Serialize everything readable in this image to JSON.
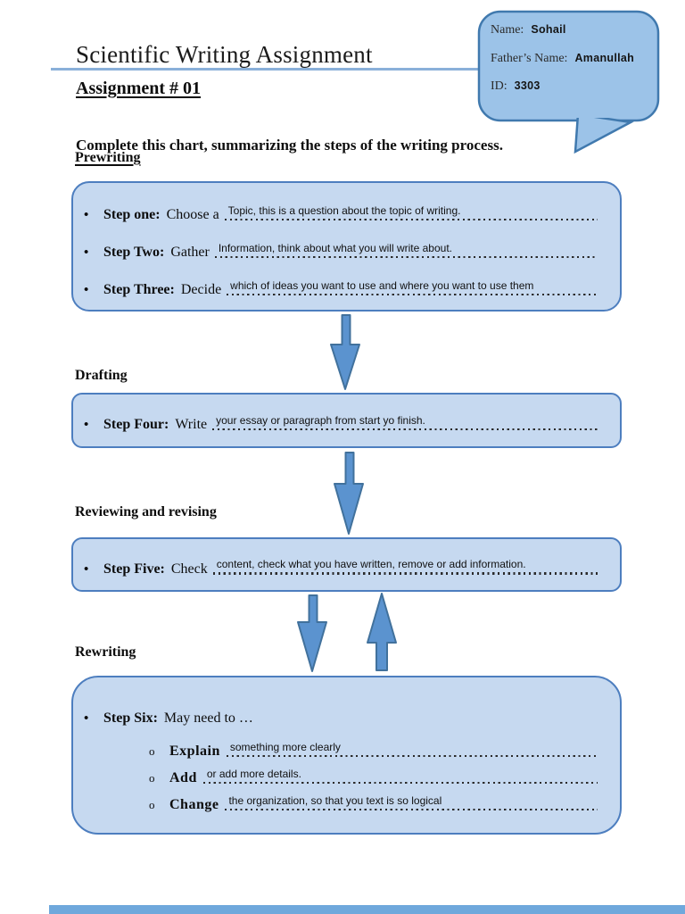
{
  "header": {
    "title": "Scientific Writing Assignment",
    "assignment_no": "Assignment # 01",
    "instruction": "Complete this chart, summarizing the steps of the writing process."
  },
  "student_card": {
    "fields": [
      {
        "label": "Name:",
        "value": "Sohail"
      },
      {
        "label": "Father’s Name:",
        "value": "Amanullah"
      },
      {
        "label": "ID:",
        "value": "3303"
      }
    ]
  },
  "stages": [
    {
      "heading": "Prewriting",
      "steps": [
        {
          "bullet": "•",
          "label": "Step one:",
          "lead": "Choose a",
          "answer": "Topic, this is a question about the topic of writing."
        },
        {
          "bullet": "•",
          "label": "Step Two:",
          "lead": "Gather",
          "answer": "Information, think about what you will write about."
        },
        {
          "bullet": "•",
          "label": "Step Three:",
          "lead": "Decide",
          "answer": "which of ideas you want to use and where you want to use them"
        }
      ]
    },
    {
      "heading": "Drafting",
      "steps": [
        {
          "bullet": "•",
          "label": "Step Four:",
          "lead": "Write",
          "answer": "your essay or paragraph from start yo finish."
        }
      ]
    },
    {
      "heading": "Reviewing and revising",
      "steps": [
        {
          "bullet": "•",
          "label": "Step Five:",
          "lead": "Check",
          "answer": "content, check what you have written, remove or add information."
        }
      ]
    },
    {
      "heading": "Rewriting",
      "steps": [
        {
          "bullet": "•",
          "label": "Step Six:",
          "lead": "May need to …"
        }
      ],
      "substeps": [
        {
          "marker": "o",
          "label": "Explain",
          "answer": "something more clearly"
        },
        {
          "marker": "o",
          "label": "Add",
          "answer": "or add more details."
        },
        {
          "marker": "o",
          "label": "Change",
          "answer": "the organization, so that you text is  so logical"
        }
      ]
    }
  ],
  "colors": {
    "box_fill": "#c6d9f0",
    "box_border": "#4d7ebf",
    "bubble_fill": "#9cc3e8",
    "bubble_border": "#4079ae",
    "arrow_fill": "#5b93cf",
    "arrow_border": "#41719c",
    "title_rule": "#8ab0d9",
    "bottom_bar": "#6fa8dc"
  }
}
